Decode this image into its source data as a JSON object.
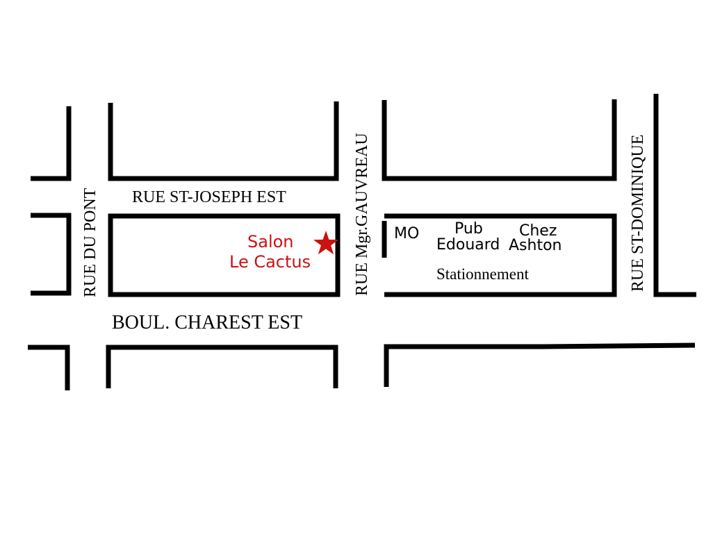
{
  "streets": {
    "st_joseph": "RUE ST-JOSEPH EST",
    "du_pont": "RUE DU PONT",
    "gauvreau": "RUE Mgr.GAUVREAU",
    "st_dominique": "RUE ST-DOMINIQUE",
    "charest": "BOUL. CHAREST EST"
  },
  "places": {
    "salon_line1": "Salon",
    "salon_line2": "Le Cactus",
    "mo": "MO",
    "pub_line1": "Pub",
    "pub_line2": "Edouard",
    "chez_line1": "Chez",
    "chez_line2": "Ashton",
    "parking": "Stationnement"
  },
  "icons": {
    "marker": "star-icon"
  },
  "colors": {
    "ink": "#000000",
    "highlight": "#cc1111"
  }
}
